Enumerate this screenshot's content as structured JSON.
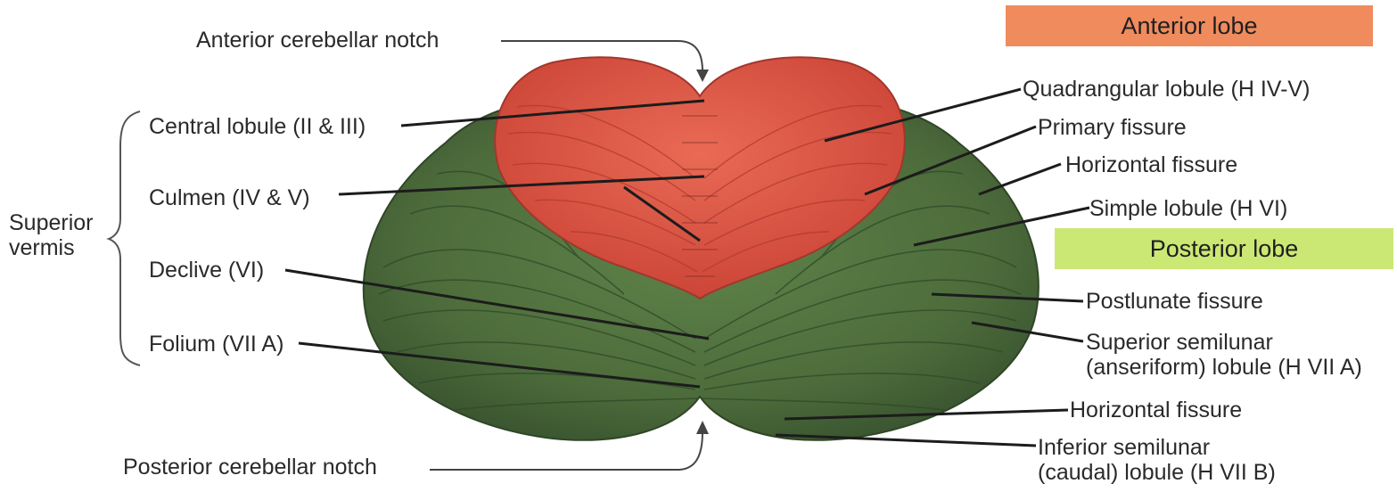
{
  "colors": {
    "anterior_band": "#f08b5e",
    "posterior_band": "#cce874",
    "anterior_lobe_tissue": "#dd5445",
    "posterior_lobe_tissue": "#4e6e3c",
    "leader_line": "#1c1c1c"
  },
  "bands": {
    "anterior": "Anterior lobe",
    "posterior": "Posterior lobe"
  },
  "left_group": {
    "bracket_label_line1": "Superior",
    "bracket_label_line2": "vermis"
  },
  "labels": {
    "anterior_notch": "Anterior cerebellar notch",
    "central_lobule": "Central lobule (II & III)",
    "culmen": "Culmen (IV & V)",
    "declive": "Declive (VI)",
    "folium": "Folium (VII A)",
    "posterior_notch": "Posterior cerebellar notch",
    "quadrangular": "Quadrangular lobule (H IV-V)",
    "primary_fissure": "Primary fissure",
    "horizontal_fissure_upper": "Horizontal fissure",
    "simple_lobule": "Simple lobule (H VI)",
    "postlunate": "Postlunate fissure",
    "superior_semilunar_1": "Superior semilunar",
    "superior_semilunar_2": "(anseriform) lobule (H VII A)",
    "horizontal_fissure_lower": "Horizontal fissure",
    "inferior_semilunar_1": "Inferior semilunar",
    "inferior_semilunar_2": "(caudal) lobule (H VII B)"
  }
}
